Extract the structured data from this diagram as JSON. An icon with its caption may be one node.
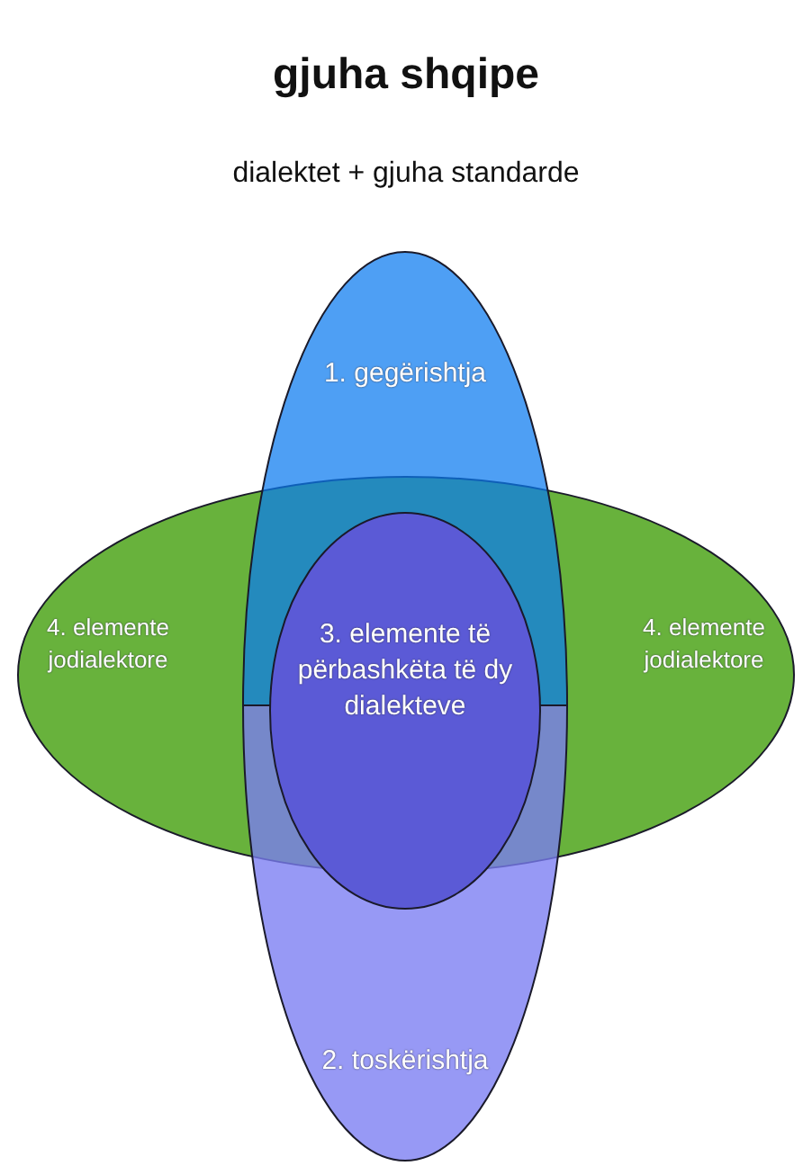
{
  "diagram": {
    "title": "gjuha shqipe",
    "nodes": [
      {
        "text": [
          "1. gegërishtja"
        ]
      },
      {
        "text": [
          "2. toskërishtja"
        ]
      },
      {
        "text": [
          "4. elemente jodialektore",
          "4. elemente jodialektore"
        ]
      },
      {
        "text": [
          "3. elemente të përbashkëta të dy dialekteve"
        ]
      }
    ],
    "edges": [],
    "labels": [
      "dialektet + gjuha standarde"
    ]
  }
}
